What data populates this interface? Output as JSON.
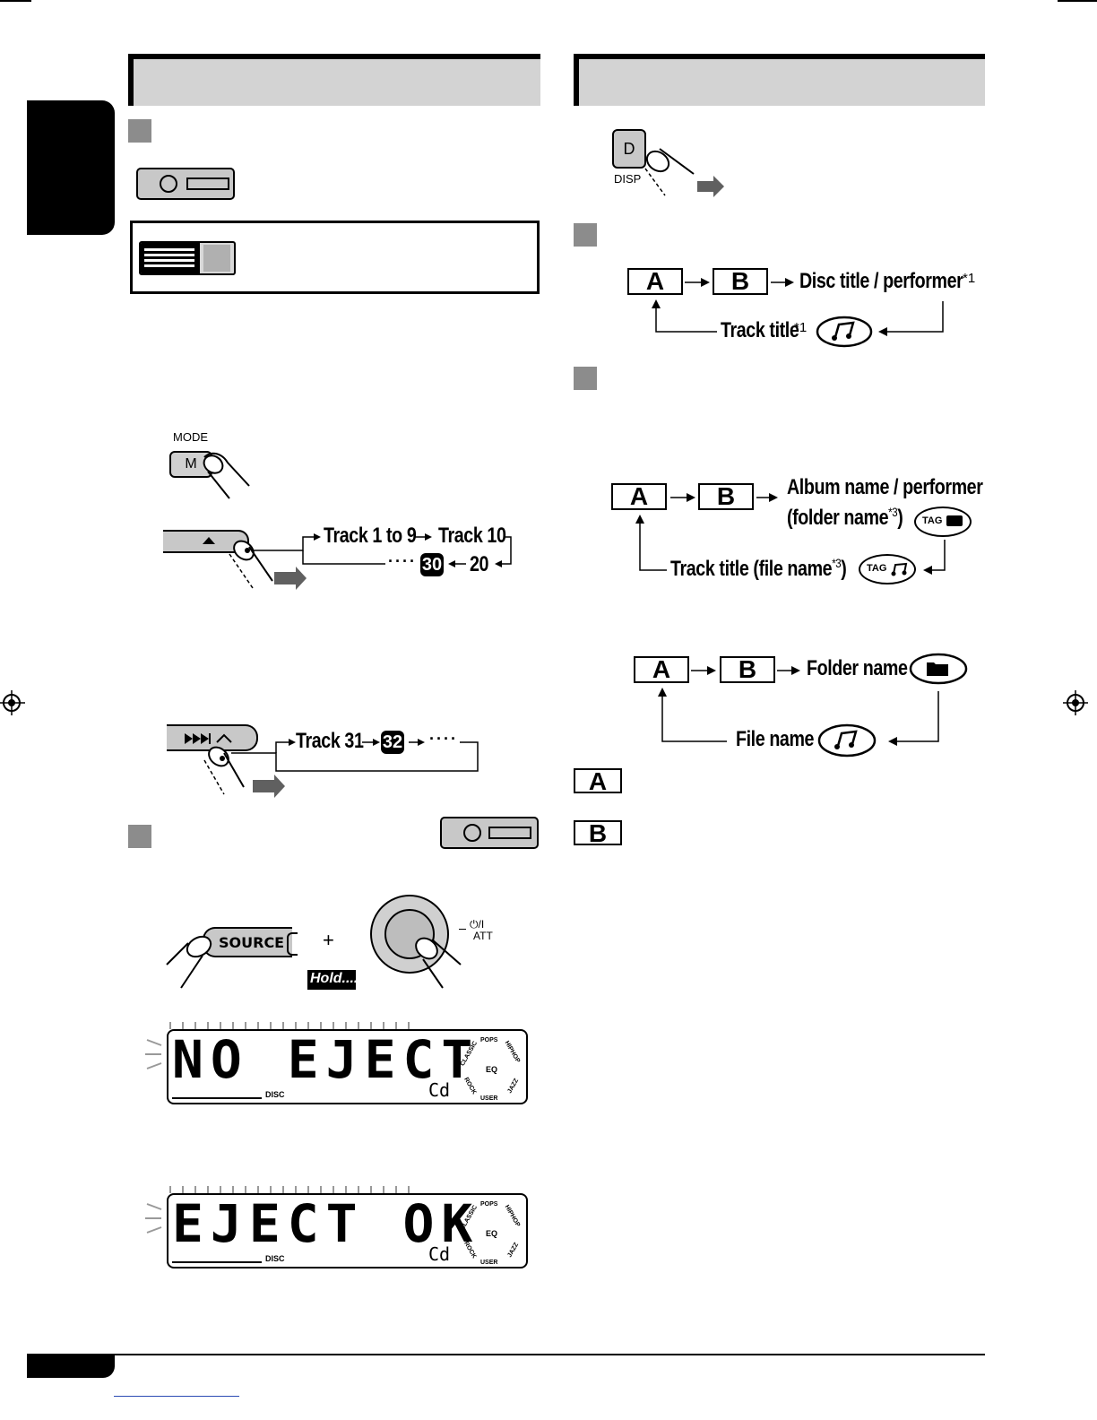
{
  "left": {
    "mode_label": "MODE",
    "mode_key": "M",
    "track_seq": {
      "t1": "Track 1 to 9",
      "t10": "Track 10",
      "dots": "····",
      "n30": "30",
      "n20": "20"
    },
    "track_seq2": {
      "t31": "Track 31",
      "n32": "32",
      "dots": "····"
    },
    "source_label": "SOURCE",
    "plus": "+",
    "hold_label": "Hold....",
    "power_label": "⏻/I",
    "att_label": "ATT",
    "lcd1": {
      "text": "NO EJECT",
      "mode": "Cd",
      "disc": "DISC",
      "eq": "EQ",
      "eq_labels": [
        "POPS",
        "HIPHOP",
        "CLASSIC",
        "ROCK",
        "USER",
        "JAZZ"
      ]
    },
    "lcd2": {
      "text": "EJECT OK",
      "mode": "Cd",
      "disc": "DISC",
      "eq": "EQ",
      "eq_labels": [
        "POPS",
        "HIPHOP",
        "CLASSIC",
        "ROCK",
        "USER",
        "JAZZ"
      ]
    }
  },
  "right": {
    "disp_key": "D",
    "disp_label": "DISP",
    "flow1": {
      "a": "A",
      "b": "B",
      "item": "Disc title / performer",
      "note": "*1",
      "track": "Track title",
      "track_note": "*1"
    },
    "flow2": {
      "a": "A",
      "b": "B",
      "item1": "Album name / performer",
      "item2": "(folder name",
      "item2_note": "*3",
      "item2_end": ")",
      "track": "Track title (file name",
      "track_note": "*3",
      "track_end": ")",
      "tag": "TAG"
    },
    "flow3": {
      "a": "A",
      "b": "B",
      "folder": "Folder name",
      "file": "File name"
    },
    "legend_a": "A",
    "legend_b": "B"
  }
}
